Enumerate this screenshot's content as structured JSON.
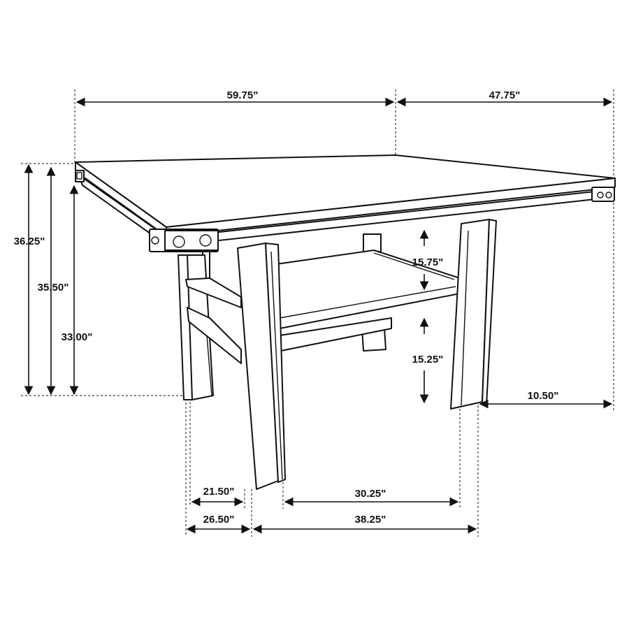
{
  "dimensions": {
    "overall_length": "59.75\"",
    "overall_width": "47.75\"",
    "top_height": "36.25\"",
    "under_top_height": "35.50\"",
    "apron_height": "33.00\"",
    "shelf_gap": "15.75\"",
    "shelf_height": "15.25\"",
    "side_overhang": "10.50\"",
    "leg_inner_span": "21.50\"",
    "leg_outer_span": "26.50\"",
    "front_inner_span": "30.25\"",
    "front_outer_span": "38.25\""
  }
}
